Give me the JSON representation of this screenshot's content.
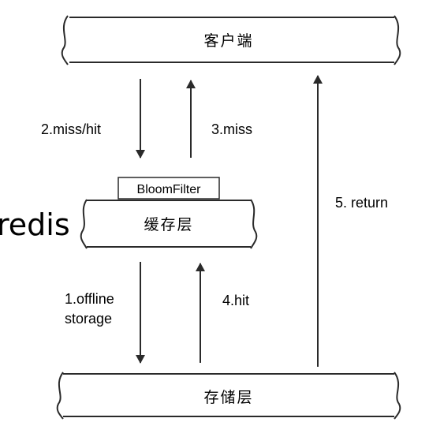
{
  "nodes": {
    "client": "客户端",
    "cache": "缓存层",
    "storage": "存储层",
    "bloom_filter": "BloomFilter",
    "redis": "redis"
  },
  "edges": {
    "miss_hit": "2.miss/hit",
    "miss": "3.miss",
    "return": "5. return",
    "offline_storage": [
      "1.offline",
      "storage"
    ],
    "hit": "4.hit"
  },
  "colors": {
    "line": "#2a2a2a",
    "text": "#1e1e1e",
    "background": "#ffffff"
  }
}
